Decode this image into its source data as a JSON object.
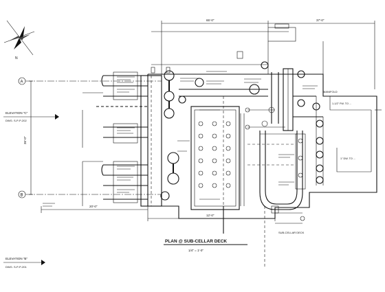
{
  "drawing": {
    "title": "PLAN @ SUB-CELLAR DECK",
    "scale": "1/4\" = 1'-0\""
  },
  "grid_bubbles": [
    "A",
    "B"
  ],
  "elevations": [
    {
      "label": "ELEVATION \"C\"",
      "ref": "DWG. S-P-P-202"
    },
    {
      "label": "ELEVATION \"B\"",
      "ref": "DWG. S-P-P-201"
    }
  ],
  "dimensions": {
    "top_total": "65'-0\"",
    "top_right": "37'-0\"",
    "left_overall": "36'-0\"",
    "bottom_left": "20'-0\"",
    "bottom_mid": "12'-0\""
  },
  "notes": {
    "right_top": "1-1/2\" FW. TO ...",
    "right_mid": "1\" DW. TO ...",
    "manifold": "MANIFOLD",
    "lower_deck": "SUB-CELLAR DECK"
  }
}
